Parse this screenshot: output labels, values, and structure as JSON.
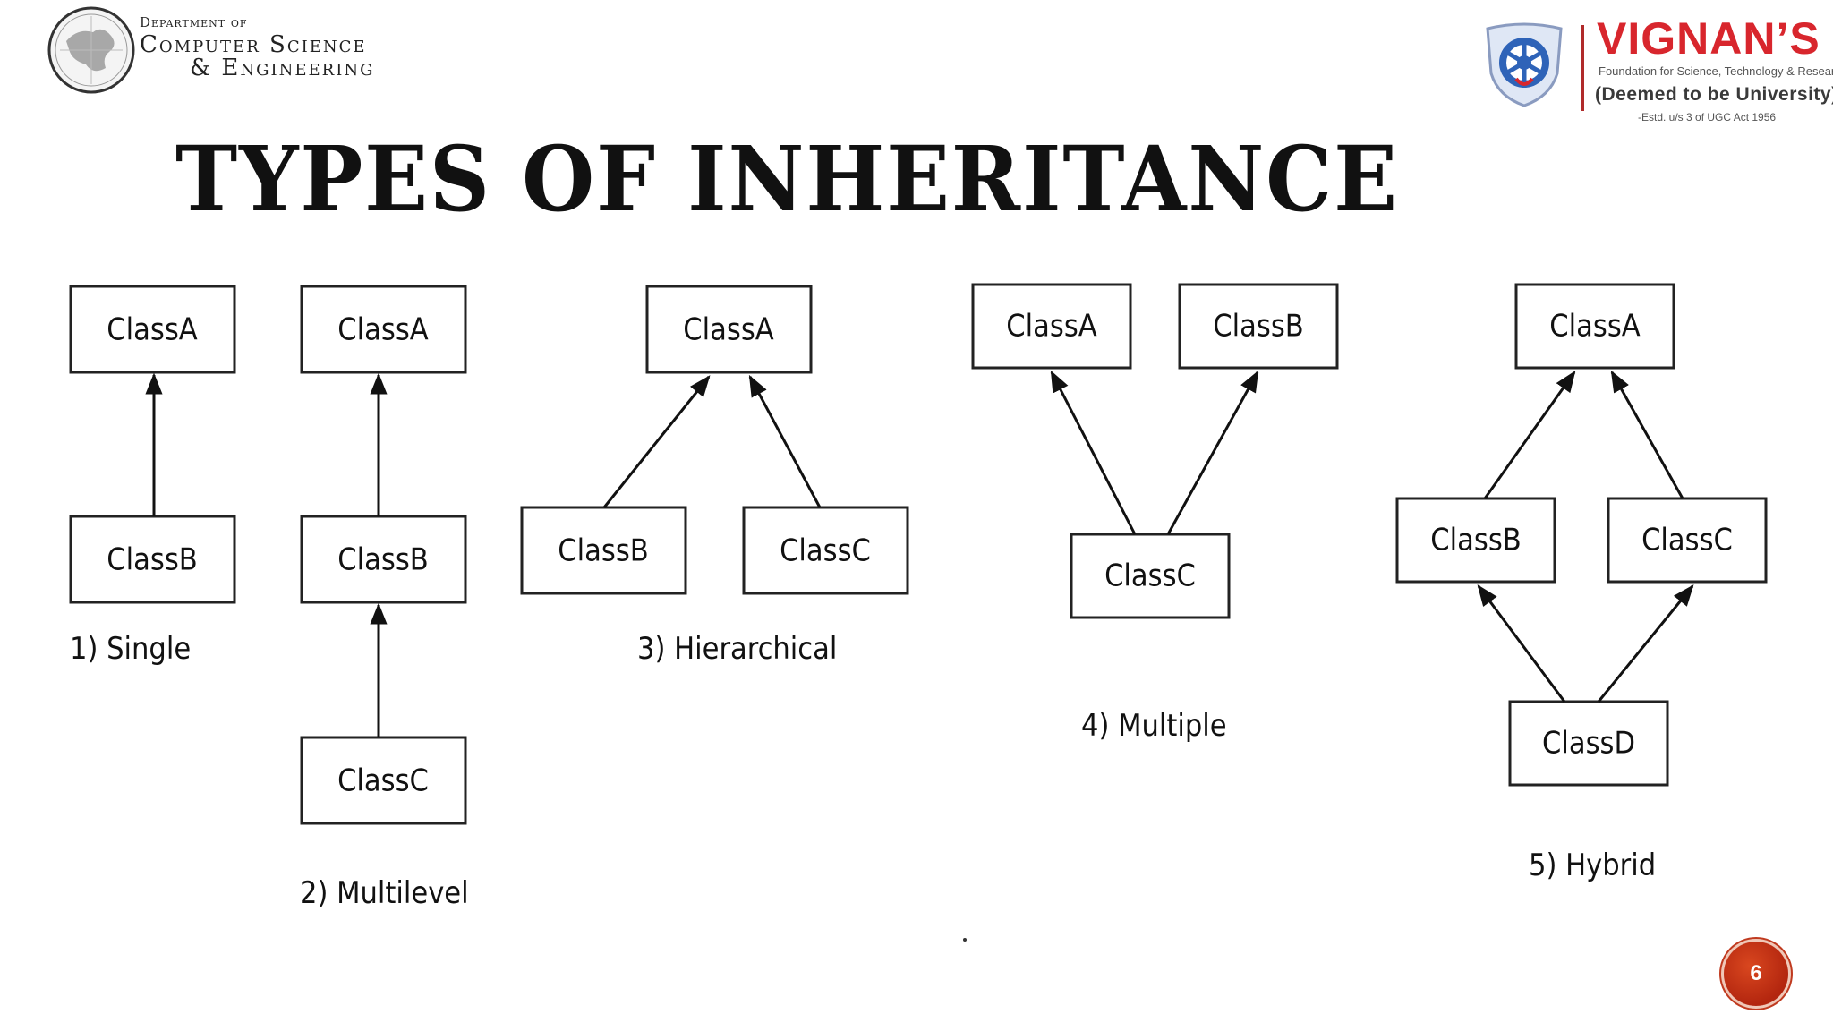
{
  "department": {
    "line1": "Department of",
    "line2": "Computer Science",
    "line3": "& Engineering"
  },
  "university": {
    "name": "VIGNAN’S",
    "tagline": "Foundation for Science, Technology & Research",
    "deemed": "(Deemed to be University)",
    "estd": "-Estd. u/s 3 of UGC Act 1956"
  },
  "title": "TYPES OF INHERITANCE",
  "diagrams": {
    "single": {
      "label": "1)  Single",
      "class_a": "ClassA",
      "class_b": "ClassB"
    },
    "multilevel": {
      "label": "2) Multilevel",
      "class_a": "ClassA",
      "class_b": "ClassB",
      "class_c": "ClassC"
    },
    "hierarchical": {
      "label": "3) Hierarchical",
      "class_a": "ClassA",
      "class_b": "ClassB",
      "class_c": "ClassC"
    },
    "multiple": {
      "label": "4)  Multiple",
      "class_a": "ClassA",
      "class_b": "ClassB",
      "class_c": "ClassC"
    },
    "hybrid": {
      "label": "5) Hybrid",
      "class_a": "ClassA",
      "class_b": "ClassB",
      "class_c": "ClassC",
      "class_d": "ClassD"
    }
  },
  "page_number": "6",
  "colors": {
    "brand_red": "#d8262d",
    "page_badge": "#c0341a",
    "box_border": "#222222"
  }
}
